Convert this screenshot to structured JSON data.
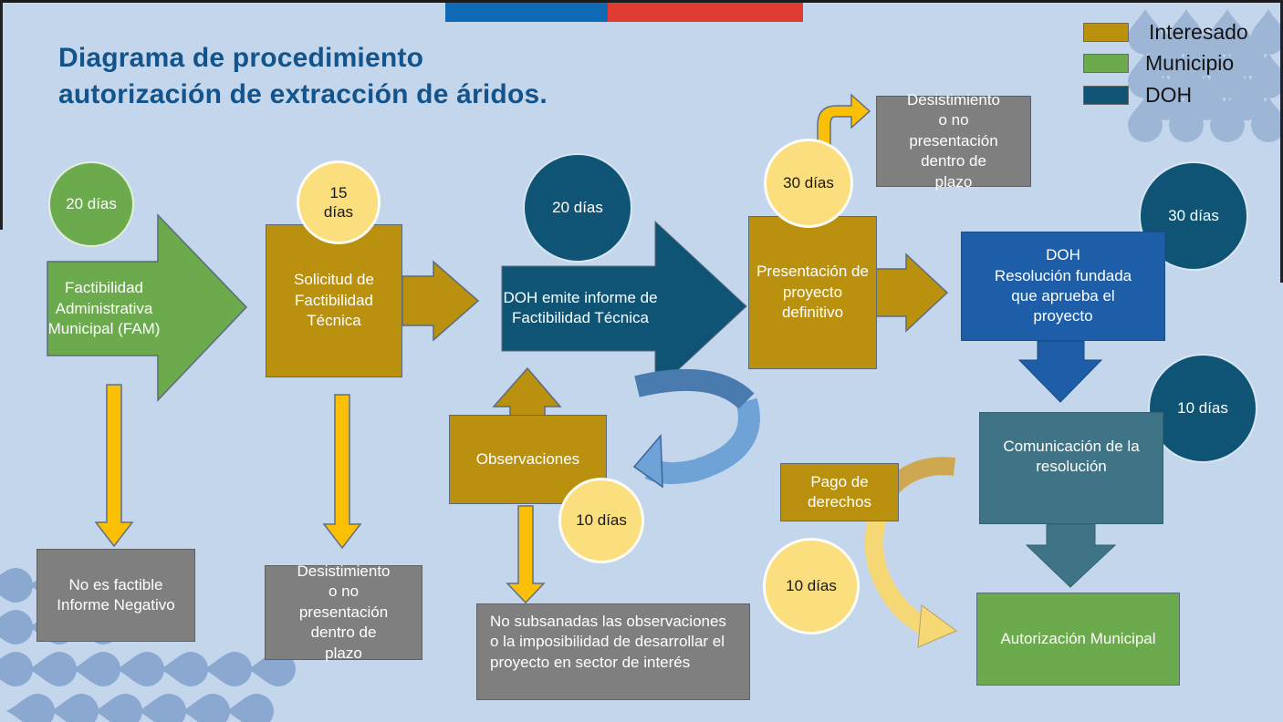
{
  "title": {
    "line1": "Diagrama de procedimiento",
    "line2": "autorización de extracción de áridos."
  },
  "legend": [
    {
      "label": "Interesado",
      "color": "#B9910F"
    },
    {
      "label": "Municipio",
      "color": "#6BAA4D"
    },
    {
      "label": "DOH",
      "color": "#0F5474"
    }
  ],
  "badges": {
    "fam": "20 días",
    "solicitud": "15 días",
    "informe": "20 días",
    "presentacion": "30 días",
    "resolucion": "30 días",
    "comunicacion": "10 días",
    "observaciones": "10 días",
    "pago": "10 días"
  },
  "nodes": {
    "fam": "Factibilidad Administrativa Municipal (FAM)",
    "no_factible": "No es factible Informe Negativo",
    "solicitud": "Solicitud de Factibilidad Técnica",
    "desistimiento_bottom": "Desistimiento o no presentación dentro de plazo",
    "informe": "DOH emite informe de Factibilidad Técnica",
    "observaciones": "Observaciones",
    "no_subsanadas": "No subsanadas las observaciones o la imposibilidad de desarrollar el proyecto en sector de interés",
    "presentacion": "Presentación de proyecto definitivo",
    "desistimiento_top": "Desistimiento o no presentación dentro de plazo",
    "resolucion_line1": "DOH",
    "resolucion_line2": "Resolución fundada que aprueba el proyecto",
    "comunicacion": "Comunicación de la resolución",
    "pago": "Pago de derechos",
    "autorizacion": "Autorización Municipal"
  },
  "colors": {
    "background": "#C4D6EC",
    "title_text": "#14548C",
    "interesado": "#B9910F",
    "municipio": "#6BAA4D",
    "doh": "#0F5474",
    "resolucion_box": "#1E5DA8",
    "comunicacion_box": "#3E7486",
    "gray_box": "#7F7F7F",
    "yellow_badge": "#FBDE7D",
    "yellow_arrow": "#FBBF05",
    "flag_blue": "#0F69B5",
    "flag_red": "#E13C32"
  }
}
